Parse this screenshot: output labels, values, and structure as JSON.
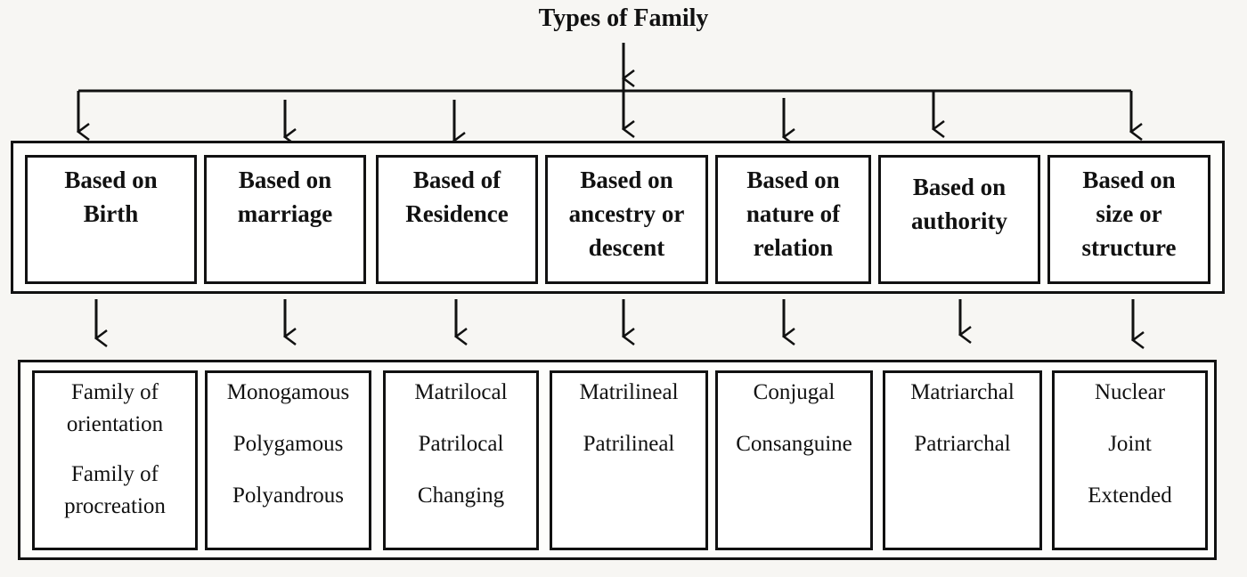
{
  "title": "Types of Family",
  "categories": [
    {
      "label": [
        "Based on",
        "Birth"
      ],
      "types": [
        "Family of orientation",
        "Family of procreation"
      ]
    },
    {
      "label": [
        "Based on",
        "marriage"
      ],
      "types": [
        "Monogamous",
        "Polygamous",
        "Polyandrous"
      ]
    },
    {
      "label": [
        "Based of",
        "Residence"
      ],
      "types": [
        "Matrilocal",
        "Patrilocal",
        "Changing"
      ]
    },
    {
      "label": [
        "Based on",
        "ancestry or",
        "descent"
      ],
      "types": [
        "Matrilineal",
        "Patrilineal"
      ]
    },
    {
      "label": [
        "Based on",
        "nature of",
        "relation"
      ],
      "types": [
        "Conjugal",
        "Consanguine"
      ]
    },
    {
      "label": [
        "Based on",
        "authority"
      ],
      "types": [
        "Matriarchal",
        "Patriarchal"
      ]
    },
    {
      "label": [
        "Based on",
        "size or",
        "structure"
      ],
      "types": [
        "Nuclear",
        "Joint",
        "Extended"
      ]
    }
  ]
}
